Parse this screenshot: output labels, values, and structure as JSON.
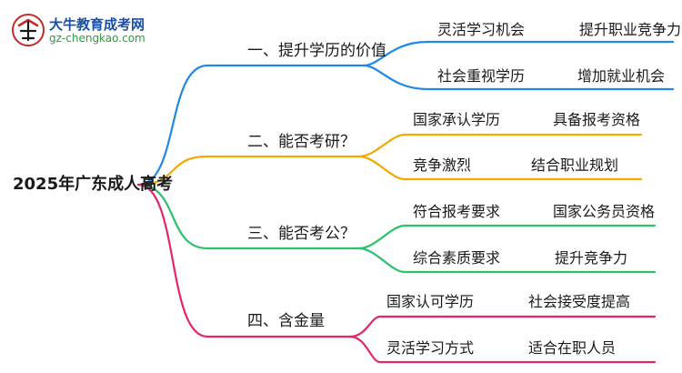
{
  "logo": {
    "title": "大牛教育成考网",
    "url": "gz-chengkao.com",
    "colors": {
      "title": "#1a4fa3",
      "url": "#2a9d3c",
      "mark": "#c62828"
    }
  },
  "root": "2025年广东成人高考",
  "branches": [
    {
      "label": "一、提升学历的价值",
      "color": "#1e88e5",
      "children": [
        {
          "label": "灵活学习机会",
          "child": "提升职业竞争力"
        },
        {
          "label": "社会重视学历",
          "child": "增加就业机会"
        }
      ]
    },
    {
      "label": "二、能否考研？",
      "color": "#f2a900",
      "children": [
        {
          "label": "国家承认学历",
          "child": "具备报考资格"
        },
        {
          "label": "竞争激烈",
          "child": "结合职业规划"
        }
      ]
    },
    {
      "label": "三、能否考公？",
      "color": "#27c26a",
      "children": [
        {
          "label": "符合报考要求",
          "child": "国家公务员资格"
        },
        {
          "label": "综合素质要求",
          "child": "提升竞争力"
        }
      ]
    },
    {
      "label": "四、含金量",
      "color": "#e6246b",
      "children": [
        {
          "label": "国家认可学历",
          "child": "社会接受度提高"
        },
        {
          "label": "灵活学习方式",
          "child": "适合在职人员"
        }
      ]
    }
  ]
}
